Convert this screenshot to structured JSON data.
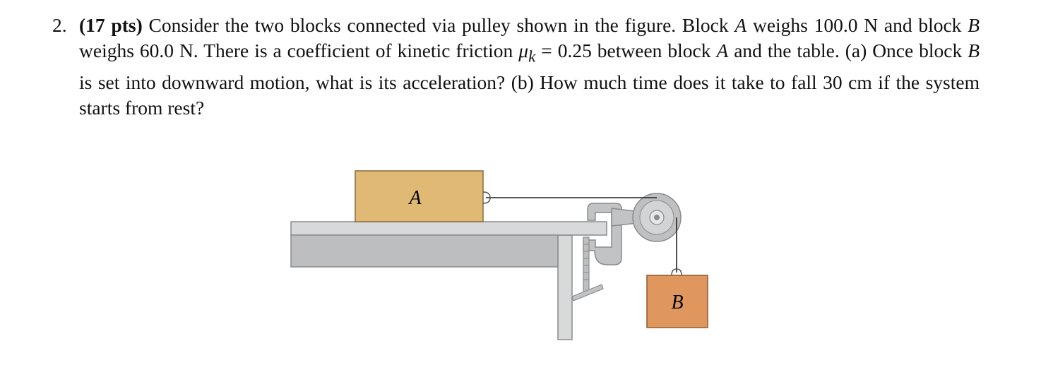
{
  "problem": {
    "number": "2.",
    "points": "(17 pts)",
    "intro": "Consider the two blocks connected via pulley shown in the figure. Block",
    "block_a_var": "A",
    "weighs_a": "weighs 100.0 N and block",
    "block_b_var": "B",
    "weighs_b": "weighs 60.0 N. There is a coefficient of kinetic friction",
    "mu_symbol": "μ",
    "mu_sub": "k",
    "mu_value": "= 0.25 between block",
    "block_a_var2": "A",
    "rest": "and the table. (a) Once block",
    "block_b_var2": "B",
    "question": "is set into downward motion, what is its acceleration? (b) How much time does it take to fall 30 cm if the system starts from rest?"
  },
  "figure": {
    "block_a_label": "A",
    "block_b_label": "B",
    "colors": {
      "block_a": "#e0b974",
      "block_b": "#e0975d",
      "table_top": "#d8d9da",
      "table_side": "#bdbec0",
      "clamp": "#c2c3c5",
      "pulley": "#bfc0c2",
      "outline": "#8a8b8d",
      "rope": "#222222"
    }
  }
}
